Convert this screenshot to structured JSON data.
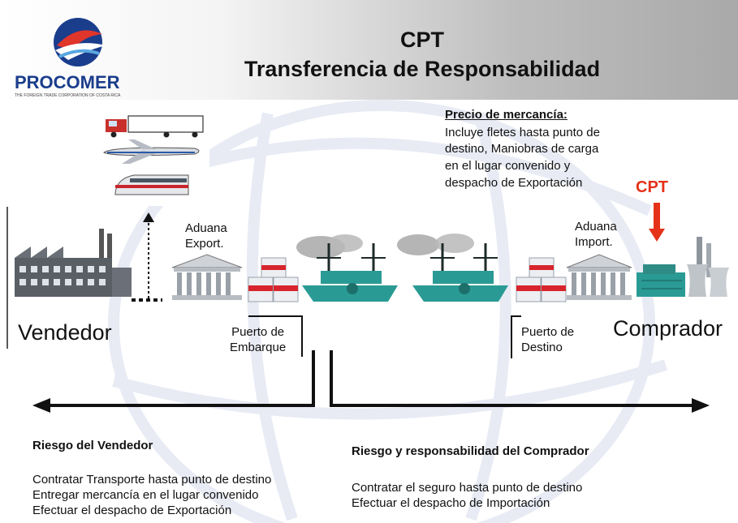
{
  "header": {
    "title_line1": "CPT",
    "title_line2": "Transferencia de Responsabilidad",
    "logo": {
      "name": "PROCOMER",
      "tagline": "THE FOREIGN TRADE CORPORATION OF COSTA RICA"
    }
  },
  "price": {
    "heading": "Precio de mercancía:",
    "lines": [
      "Incluye fletes hasta punto de",
      "destino, Maniobras de carga",
      "en el lugar convenido y",
      "despacho de Exportación"
    ]
  },
  "cpt_marker": {
    "label": "CPT",
    "color": "#e53218"
  },
  "flow": {
    "seller": "Vendedor",
    "buyer": "Comprador",
    "export_customs": [
      "Aduana",
      "Export."
    ],
    "import_customs": [
      "Aduana",
      "Import."
    ],
    "port_loading": [
      "Puerto de",
      "Embarque"
    ],
    "port_destination": [
      "Puerto de",
      "Destino"
    ]
  },
  "seller_risk": {
    "heading": "Riesgo del Vendedor",
    "items": [
      "Contratar Transporte hasta punto de destino",
      "Entregar mercancía en el lugar convenido",
      "Efectuar el despacho de Exportación"
    ]
  },
  "buyer_risk": {
    "heading": "Riesgo y responsabilidad del Comprador",
    "items": [
      "Contratar el seguro hasta punto de destino",
      "Efectuar el despacho de Importación"
    ]
  },
  "icons": [
    "truck-icon",
    "airplane-icon",
    "train-icon",
    "factory-icon",
    "customs-building-icon",
    "cargo-boxes-icon",
    "ship-icon",
    "power-plant-icon",
    "down-arrow-icon"
  ],
  "colors": {
    "ship_teal": "#2a9a94",
    "box_red": "#d8242c",
    "logo_blue": "#1a3d8c",
    "accent_red": "#e53218"
  }
}
